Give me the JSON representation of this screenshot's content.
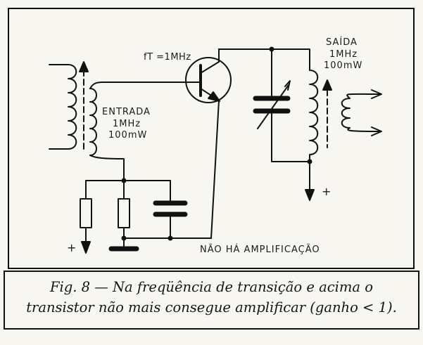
{
  "diagram": {
    "input_label": "ENTRADA",
    "input_freq": "1MHz",
    "input_power": "100mW",
    "transistor_label": "fT =1MHz",
    "output_label": "SAÍDA",
    "output_freq": "1MHz",
    "output_power": "100mW",
    "plus_left": "+",
    "plus_right": "+",
    "note": "NÃO HÁ AMPLIFICAÇÃO"
  },
  "caption": {
    "line1": "Fig. 8 — Na freqüência de transição e acima o",
    "line2": "transistor não mais consegue amplificar (ganho < 1)."
  }
}
